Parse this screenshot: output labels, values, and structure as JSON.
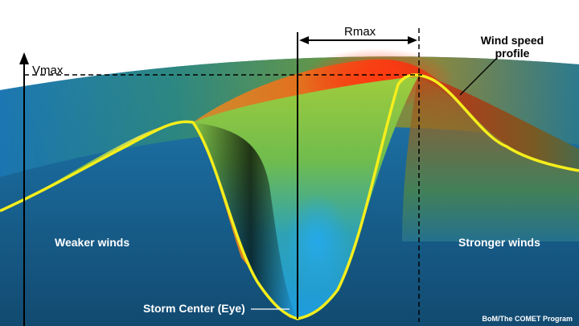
{
  "labels": {
    "vmax": "Vmax",
    "rmax": "Rmax",
    "wind_profile": "Wind speed profile",
    "weaker": "Weaker winds",
    "stronger": "Stronger winds",
    "eye": "Storm Center (Eye)",
    "credit": "BoM/The COMET Program"
  },
  "colors": {
    "profile_line": "#f5ee1c",
    "outer_blue": "#14679a",
    "deep_blue": "#124a70",
    "eye_blue": "#1d9be0",
    "peak_red": "#f23a14",
    "mid_green": "#a6c83a",
    "background": "#ffffff"
  }
}
